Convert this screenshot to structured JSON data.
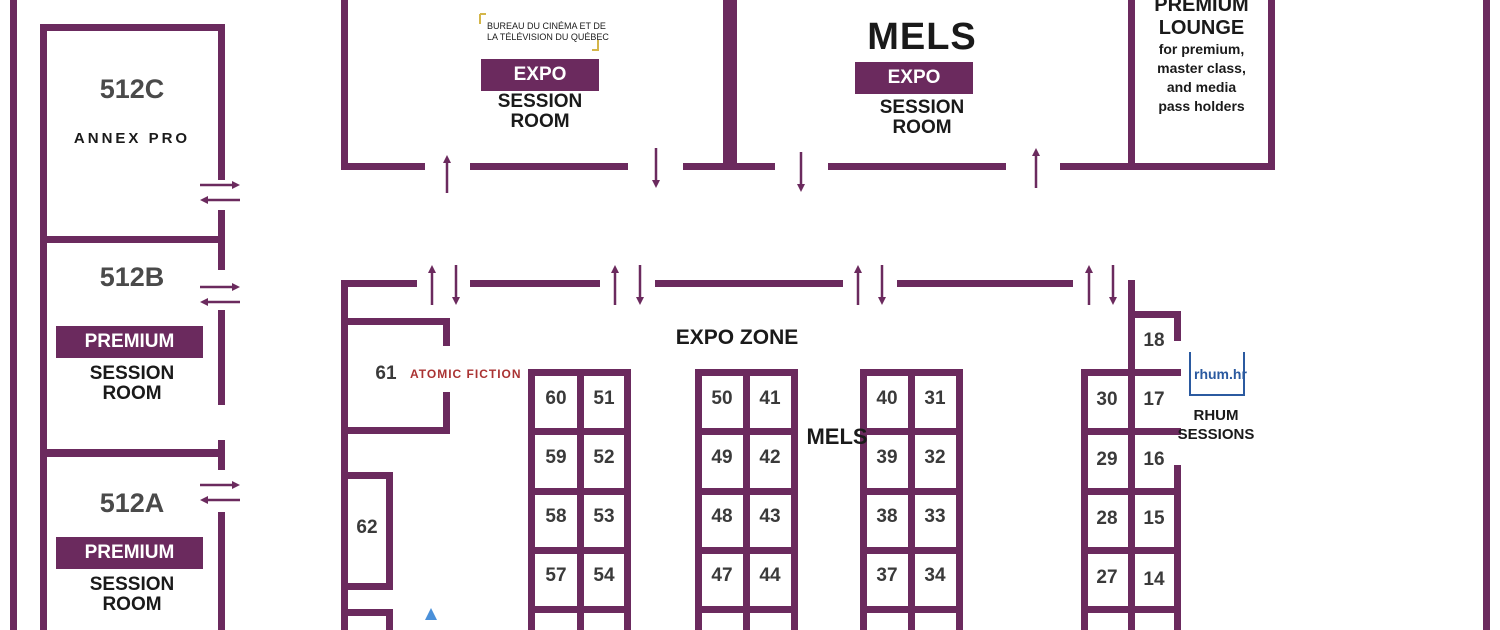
{
  "rooms": {
    "r512c": {
      "name": "512C",
      "sponsor": "ANNEX PRO"
    },
    "r512b": {
      "name": "512B",
      "badge": "PREMIUM",
      "line1": "SESSION",
      "line2": "ROOM"
    },
    "r512a": {
      "name": "512A",
      "badge": "PREMIUM",
      "line1": "SESSION",
      "line2": "ROOM"
    },
    "bureau": {
      "sponsor_line1": "BUREAU DU CINÉMA ET DE",
      "sponsor_line2": "LA TÉLÉVISION DU QUÉBEC",
      "badge": "EXPO",
      "line1": "SESSION",
      "line2": "ROOM"
    },
    "mels": {
      "sponsor": "MELS",
      "badge": "EXPO",
      "line1": "SESSION",
      "line2": "ROOM"
    },
    "lounge": {
      "title1": "PREMIUM",
      "title2": "LOUNGE",
      "note1": "for premium,",
      "note2": "master class,",
      "note3": "and media",
      "note4": "pass holders"
    }
  },
  "expo_zone": {
    "title": "EXPO ZONE",
    "mels_label": "MELS",
    "atomic_label": "ATOMIC FICTION",
    "rhum_logo": "rhum.hr",
    "rhum_line1": "RHUM",
    "rhum_line2": "SESSIONS"
  },
  "booths": {
    "b61": "61",
    "b62": "62",
    "b60": "60",
    "b51": "51",
    "b59": "59",
    "b52": "52",
    "b58": "58",
    "b53": "53",
    "b57": "57",
    "b54": "54",
    "b50": "50",
    "b41": "41",
    "b49": "49",
    "b42": "42",
    "b48": "48",
    "b43": "43",
    "b47": "47",
    "b44": "44",
    "b40": "40",
    "b31": "31",
    "b39": "39",
    "b32": "32",
    "b38": "38",
    "b33": "33",
    "b37": "37",
    "b34": "34",
    "b30": "30",
    "b17": "17",
    "b29": "29",
    "b16": "16",
    "b28": "28",
    "b15": "15",
    "b27": "27",
    "b14": "14",
    "b18": "18"
  },
  "colors": {
    "wall": "#6b2a5e",
    "badge_text": "#ffffff",
    "logo_blue": "#2b5aa0"
  },
  "icons": {
    "arrow": "door-arrow-icon"
  }
}
